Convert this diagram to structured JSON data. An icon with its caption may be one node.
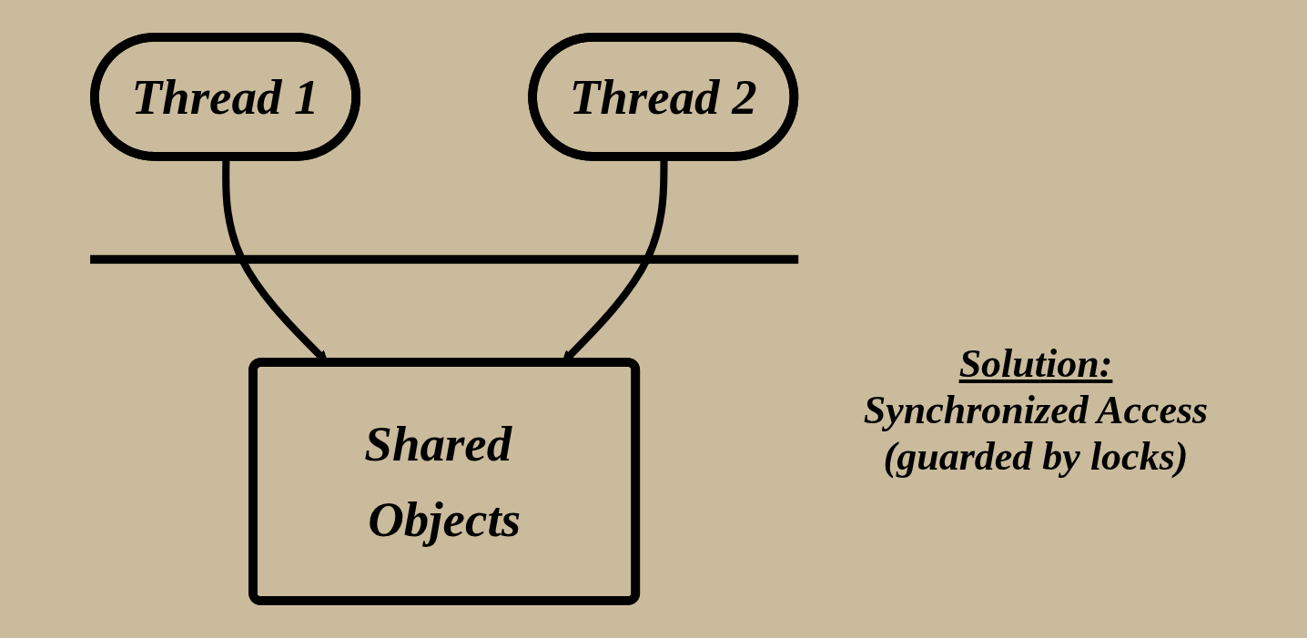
{
  "diagram": {
    "nodes": [
      {
        "text": [
          "Thread 1"
        ]
      },
      {
        "text": [
          "Thread 2"
        ]
      },
      {
        "text": [
          "Shared Objects"
        ]
      }
    ],
    "edges": [
      {
        "from": 0,
        "to": 2,
        "arrow": "to"
      },
      {
        "from": 1,
        "to": 2,
        "arrow": "to"
      }
    ],
    "labels": [
      "Solution:",
      "Synchronized Access (guarded by locks)"
    ]
  }
}
